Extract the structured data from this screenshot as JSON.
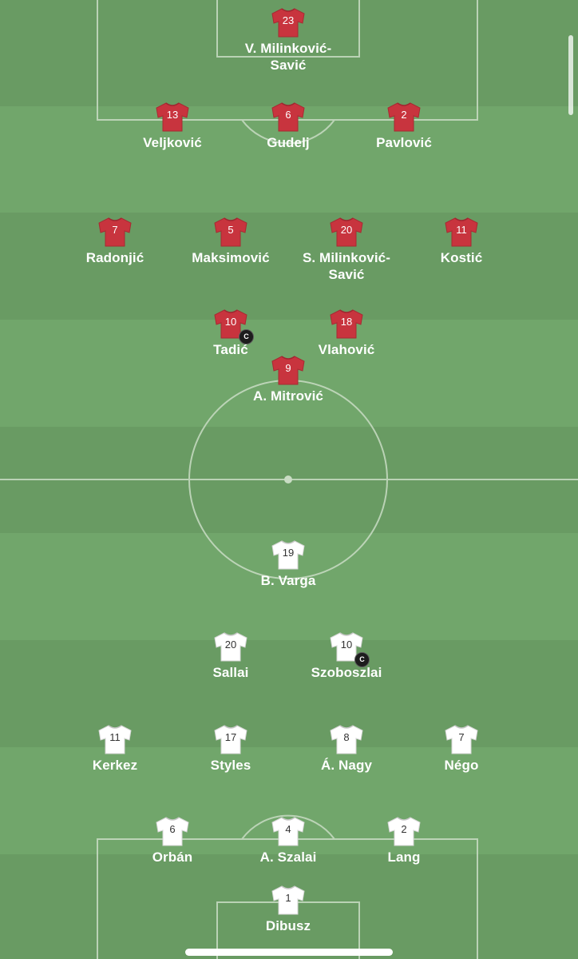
{
  "colors": {
    "pitch_dark": "#699b63",
    "pitch_light": "#71a66b",
    "home_shirt": "#c8343e",
    "away_shirt": "#ffffff",
    "lines": "#c9dcc4"
  },
  "home_team": {
    "players": [
      {
        "number": "23",
        "name": "V. Milinković-Savić",
        "captain": false
      },
      {
        "number": "13",
        "name": "Veljković",
        "captain": false
      },
      {
        "number": "6",
        "name": "Gudelj",
        "captain": false
      },
      {
        "number": "2",
        "name": "Pavlović",
        "captain": false
      },
      {
        "number": "7",
        "name": "Radonjić",
        "captain": false
      },
      {
        "number": "5",
        "name": "Maksimović",
        "captain": false
      },
      {
        "number": "20",
        "name": "S. Milinković-Savić",
        "captain": false
      },
      {
        "number": "11",
        "name": "Kostić",
        "captain": false
      },
      {
        "number": "10",
        "name": "Tadić",
        "captain": true
      },
      {
        "number": "18",
        "name": "Vlahović",
        "captain": false
      },
      {
        "number": "9",
        "name": "A. Mitrović",
        "captain": false
      }
    ]
  },
  "away_team": {
    "players": [
      {
        "number": "19",
        "name": "B. Varga",
        "captain": false
      },
      {
        "number": "20",
        "name": "Sallai",
        "captain": false
      },
      {
        "number": "10",
        "name": "Szoboszlai",
        "captain": true
      },
      {
        "number": "11",
        "name": "Kerkez",
        "captain": false
      },
      {
        "number": "17",
        "name": "Styles",
        "captain": false
      },
      {
        "number": "8",
        "name": "Á. Nagy",
        "captain": false
      },
      {
        "number": "7",
        "name": "Négo",
        "captain": false
      },
      {
        "number": "6",
        "name": "Orbán",
        "captain": false
      },
      {
        "number": "4",
        "name": "A. Szalai",
        "captain": false
      },
      {
        "number": "2",
        "name": "Lang",
        "captain": false
      },
      {
        "number": "1",
        "name": "Dibusz",
        "captain": false
      }
    ]
  },
  "captain_badge": "C",
  "icons": {
    "shirt": "jersey-icon",
    "captain": "captain-badge-icon"
  }
}
